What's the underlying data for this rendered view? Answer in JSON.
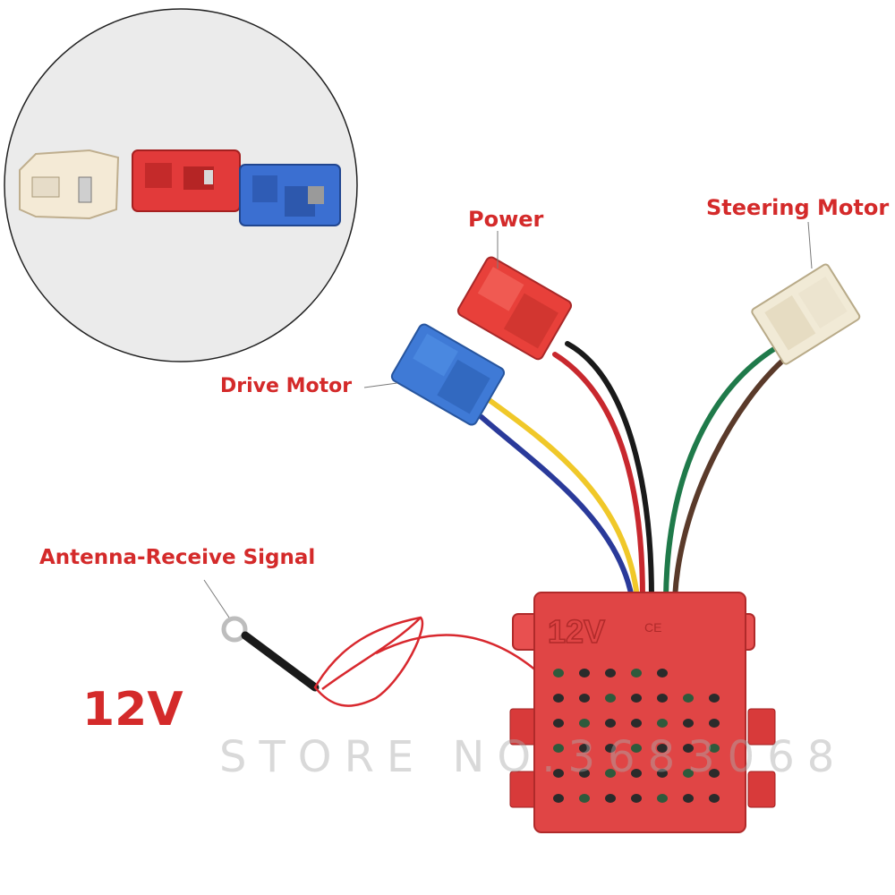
{
  "labels": {
    "power": "Power",
    "steering_motor": "Steering Motor",
    "drive_motor": "Drive Motor",
    "antenna": "Antenna-Receive Signal",
    "voltage": "12V"
  },
  "watermark": "STORE NO.3683068",
  "box_marking": {
    "voltage": "12V",
    "ce": "CE"
  },
  "colors": {
    "label_text": "#d42a2a",
    "controller_box": "#e04545",
    "power_connector": "#e8403a",
    "drive_connector": "#3f7ad6",
    "steering_connector": "#f1ead6",
    "wire_yellow": "#f0c829",
    "wire_blue": "#2a3a9a",
    "wire_red": "#c8282e",
    "wire_black": "#1a1a1a",
    "wire_green": "#1f7a4a",
    "wire_brown": "#5a3a2a"
  }
}
